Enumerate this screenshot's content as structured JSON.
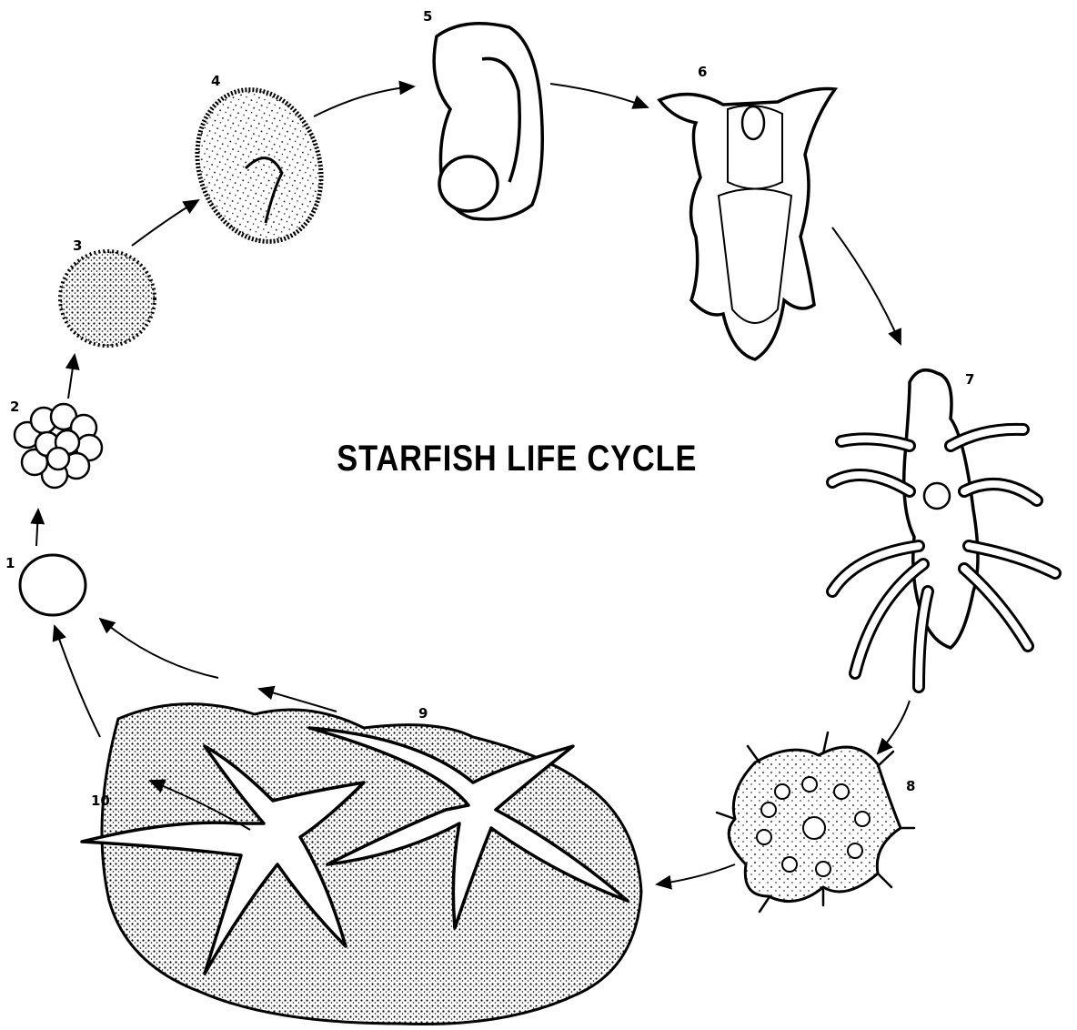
{
  "title": "STARFISH LIFE CYCLE",
  "stages": [
    {
      "label": "1"
    },
    {
      "label": "2"
    },
    {
      "label": "3"
    },
    {
      "label": "4"
    },
    {
      "label": "5"
    },
    {
      "label": "6"
    },
    {
      "label": "7"
    },
    {
      "label": "8"
    },
    {
      "label": "9"
    },
    {
      "label": "10"
    }
  ],
  "colors": {
    "ink": "#000000",
    "paper": "#ffffff",
    "body": "#f2f2f2"
  }
}
